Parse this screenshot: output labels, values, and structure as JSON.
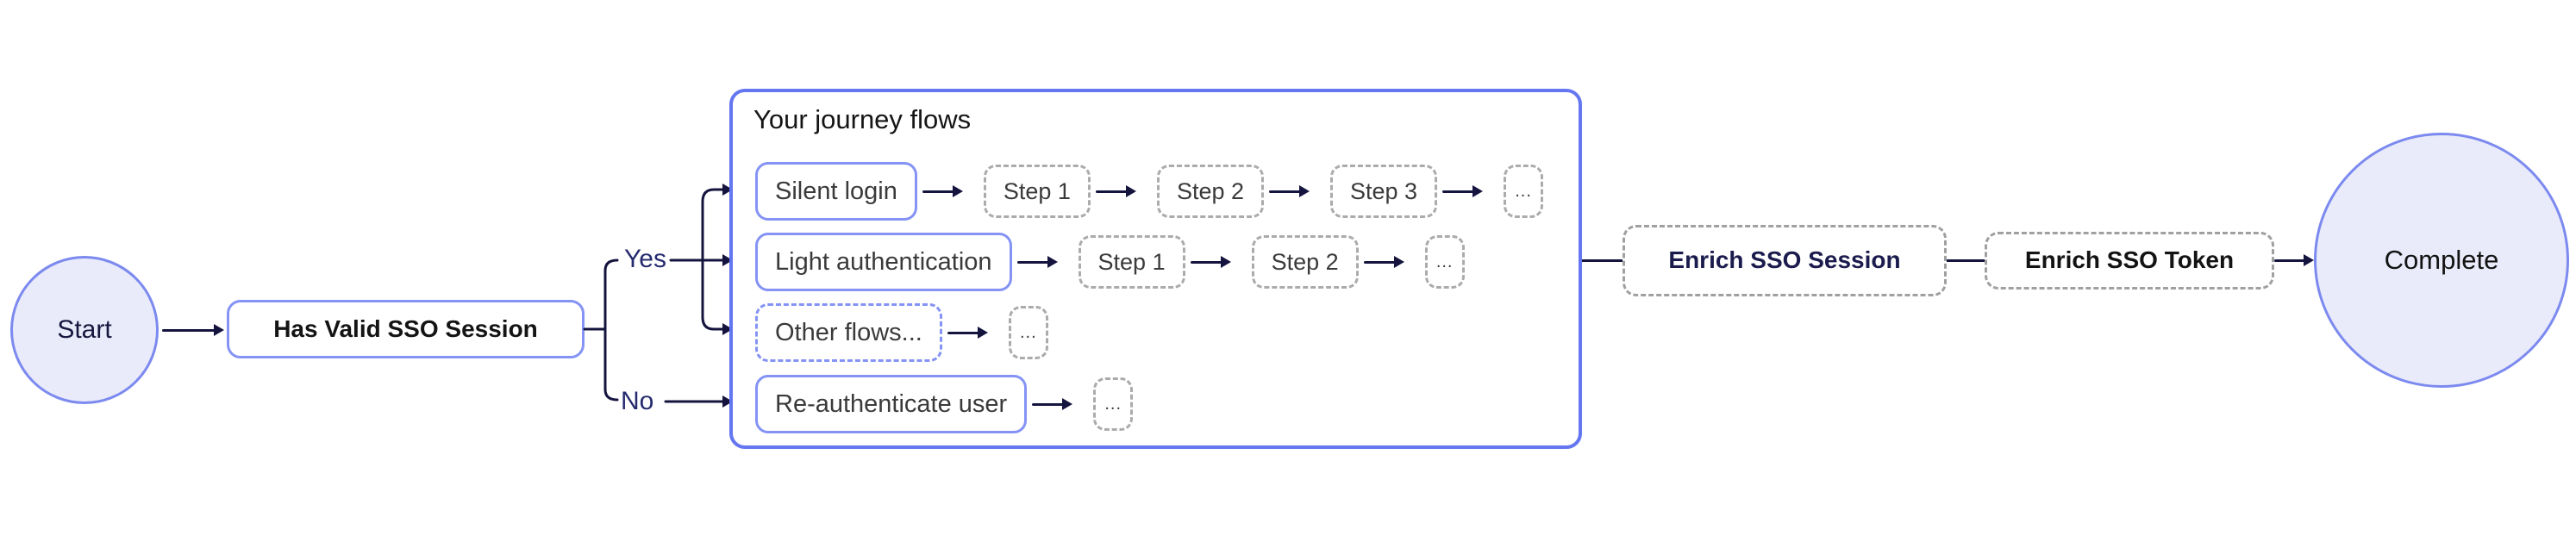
{
  "diagram": {
    "start_label": "Start",
    "decision_label": "Has Valid SSO Session",
    "yes_label": "Yes",
    "no_label": "No",
    "journey": {
      "title": "Your journey flows",
      "rows": [
        {
          "label": "Silent login",
          "style": "solid",
          "steps": [
            "Step 1",
            "Step 2",
            "Step 3"
          ],
          "more": "..."
        },
        {
          "label": "Light authentication",
          "style": "solid",
          "steps": [
            "Step 1",
            "Step 2"
          ],
          "more": "..."
        },
        {
          "label": "Other flows...",
          "style": "dashed",
          "steps": [],
          "more": "..."
        },
        {
          "label": "Re-authenticate user",
          "style": "solid",
          "steps": [],
          "more": "..."
        }
      ]
    },
    "enrich_session_label": "Enrich SSO Session",
    "enrich_token_label": "Enrich SSO Token",
    "complete_label": "Complete",
    "colors": {
      "node_border_blue": "#8493F4",
      "container_border_blue": "#6477F0",
      "terminal_fill": "#E9EBFA",
      "terminal_border": "#7C8AEF",
      "connector_navy": "#14143E",
      "dashed_gray": "#ABABAB",
      "branch_label_navy": "#252B6E"
    }
  }
}
